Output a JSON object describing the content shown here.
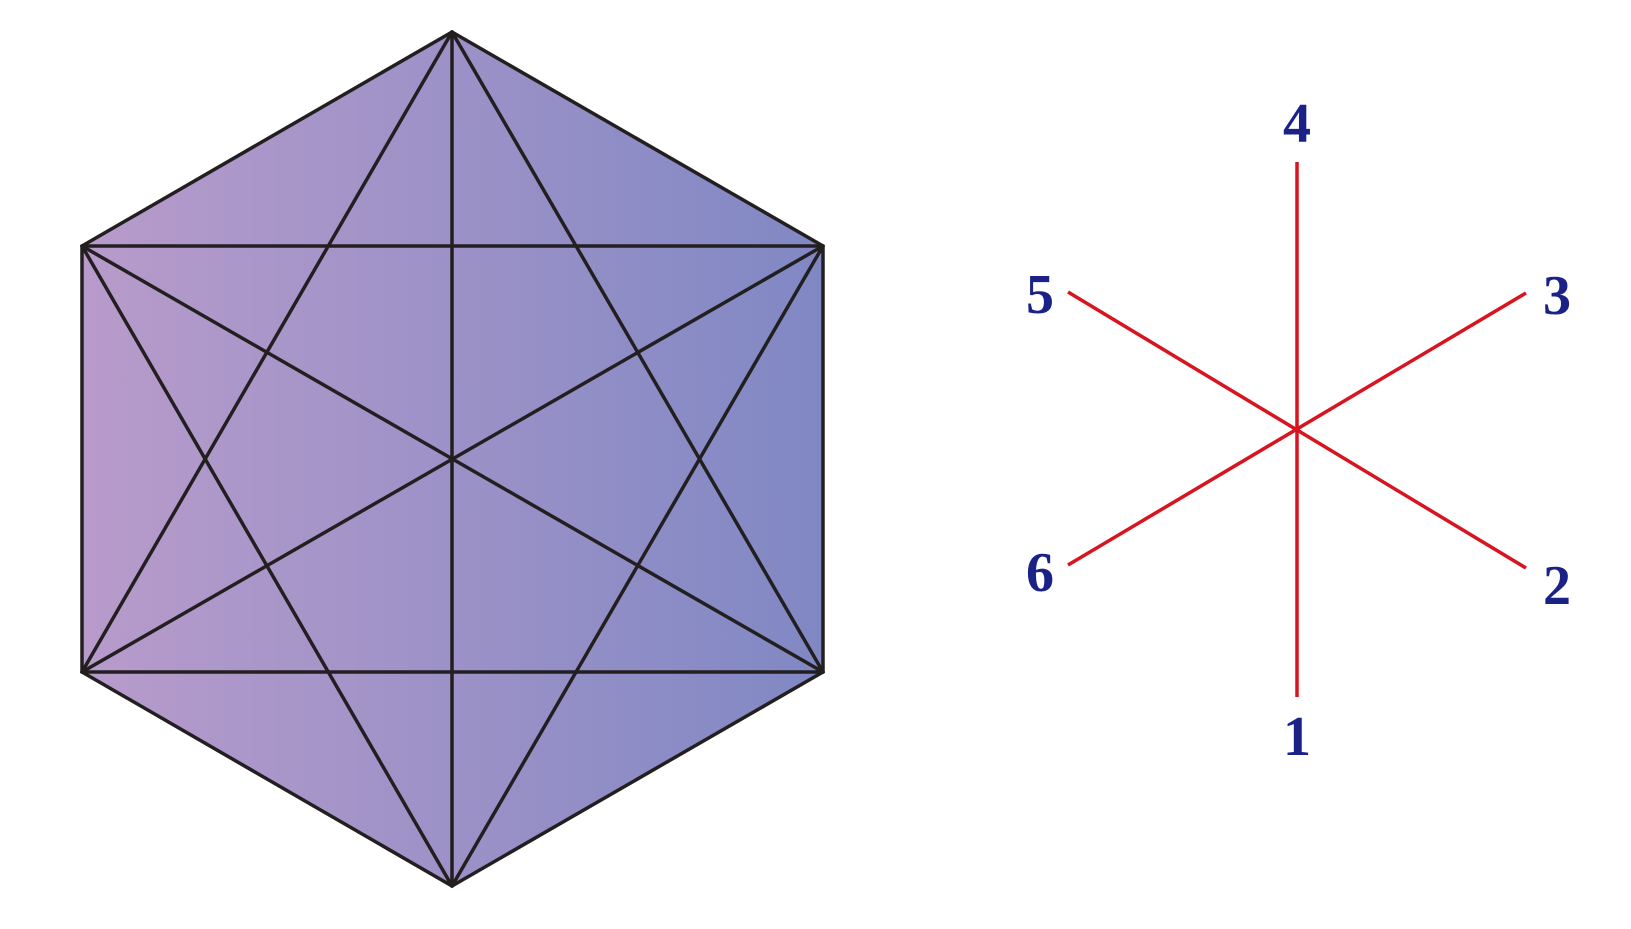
{
  "colors": {
    "edge": "#231f20",
    "fill_left": "#b89bcb",
    "fill_right": "#8088c4",
    "ray": "#d7141f",
    "label": "#1b2287"
  },
  "figure": {
    "left_shape": "hexagon-with-star-diagonals",
    "right_shape": "six-ray-star",
    "labels": {
      "ray_1": "1",
      "ray_2": "2",
      "ray_3": "3",
      "ray_4": "4",
      "ray_5": "5",
      "ray_6": "6"
    }
  }
}
